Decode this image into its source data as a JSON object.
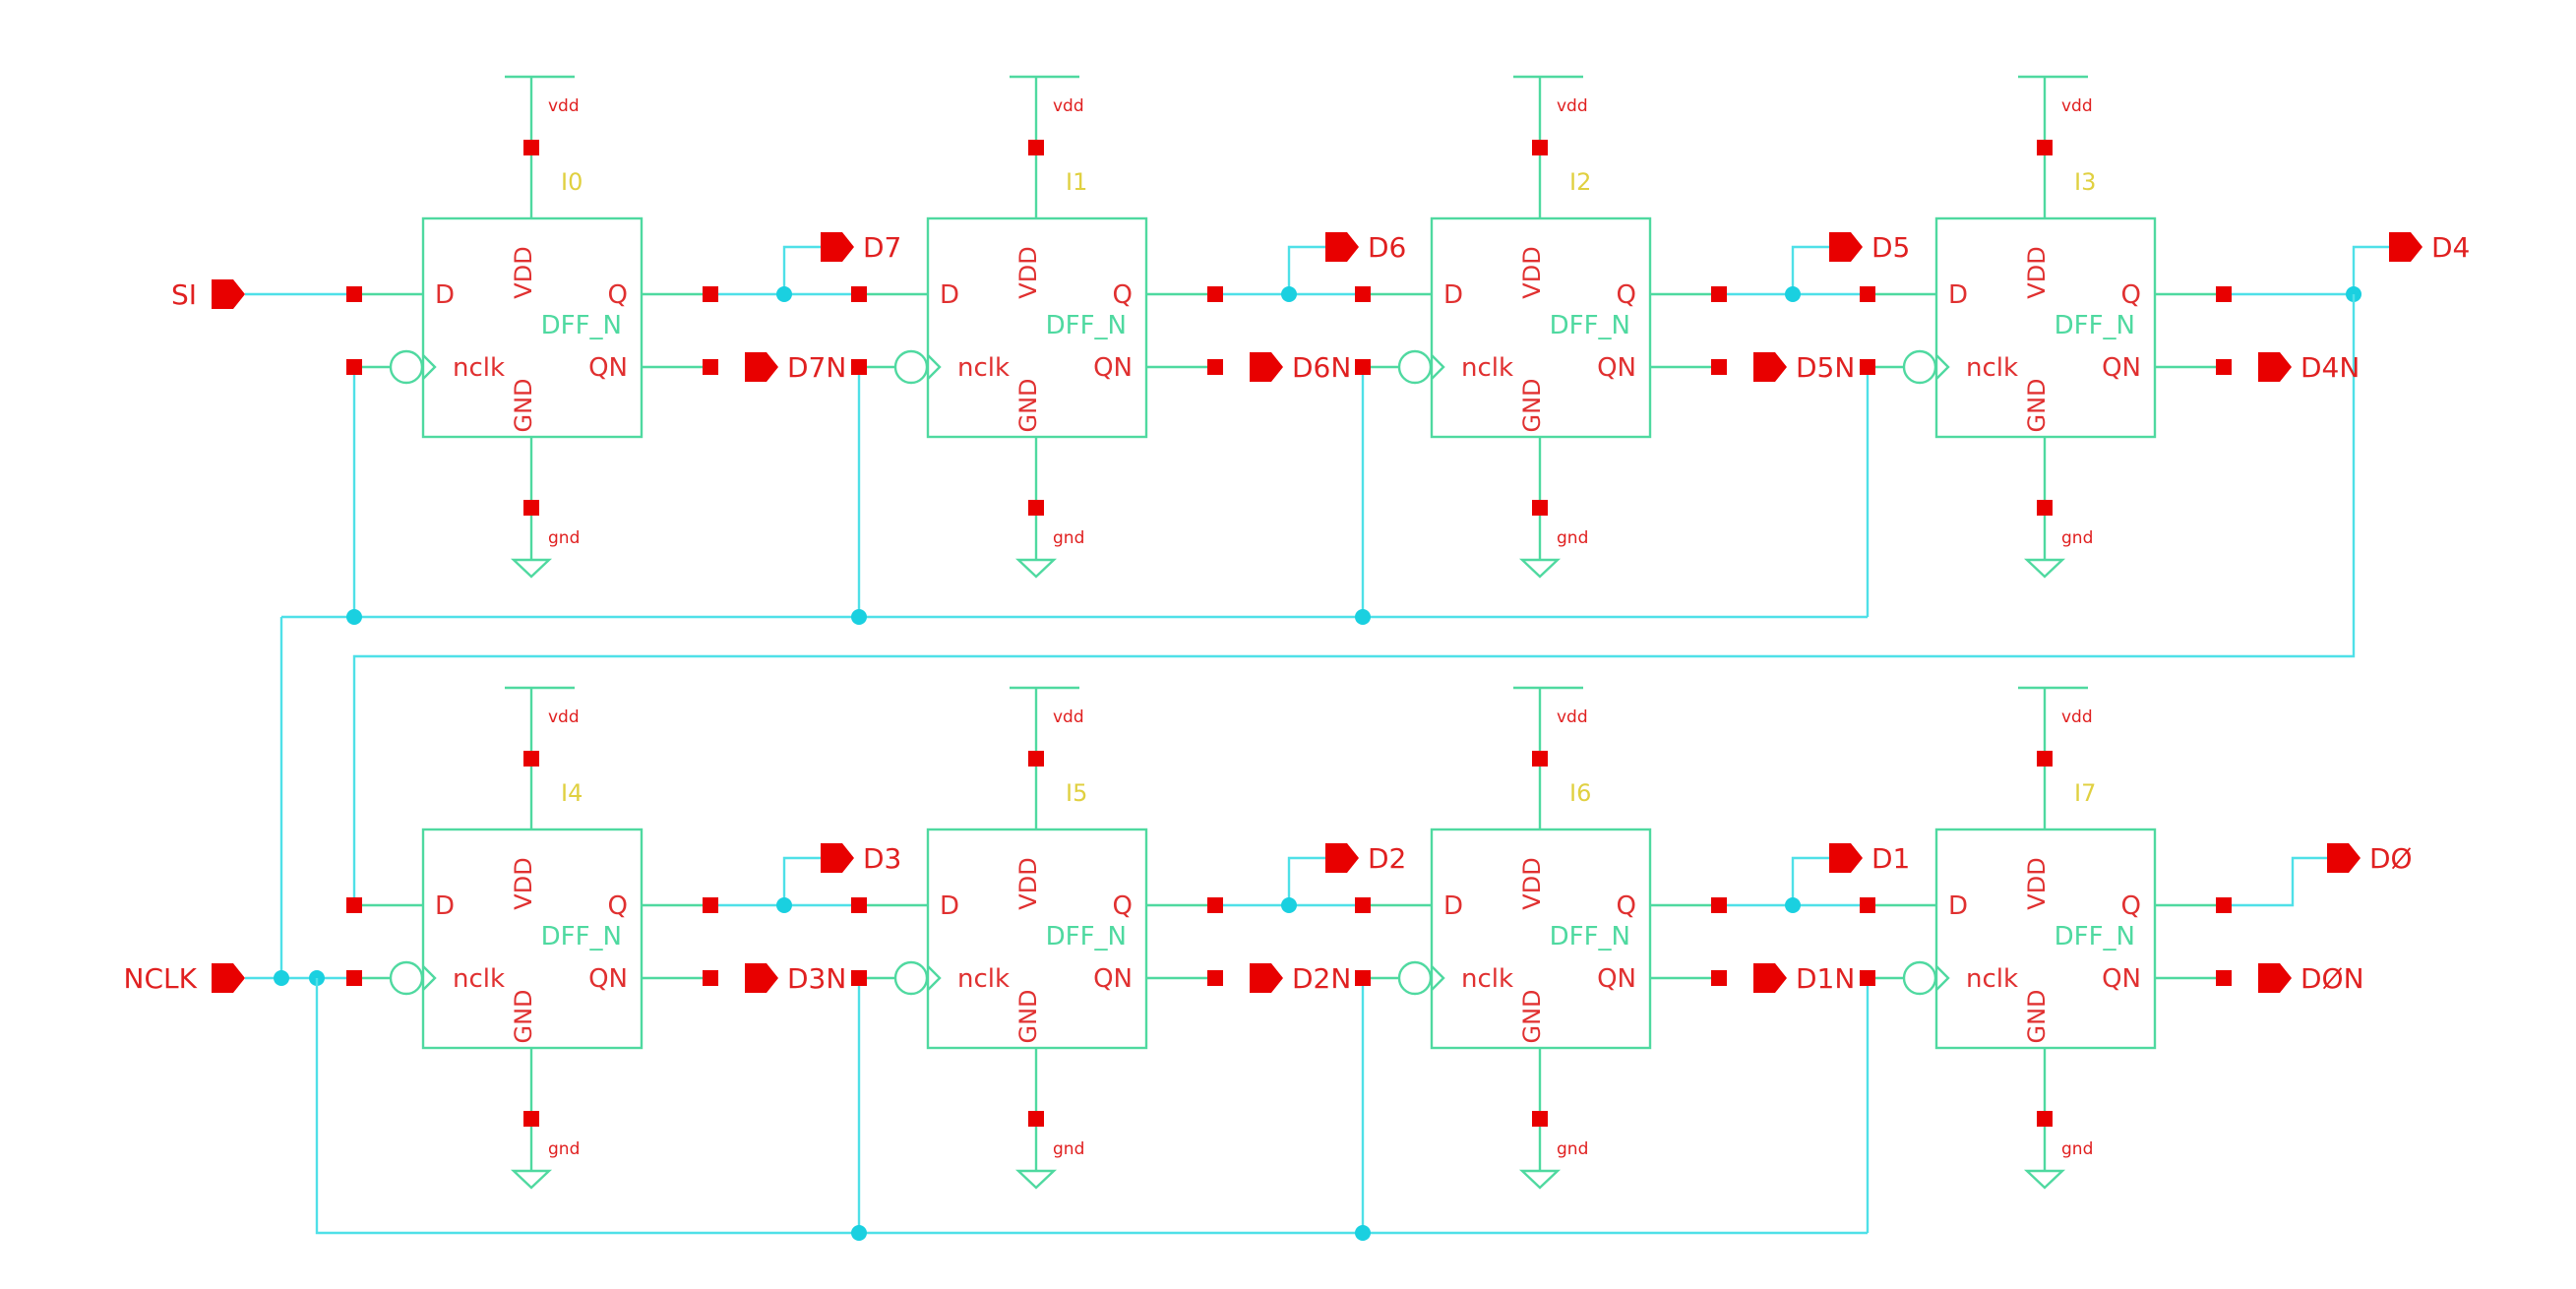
{
  "colors": {
    "wire": "#4fe0e8",
    "component": "#4fd9a0",
    "pin": "#e80000",
    "label": "#e02020",
    "instance": "#e0d040",
    "background": "#ffffff"
  },
  "cell": {
    "type": "DFF_N",
    "pins": {
      "vdd": "VDD",
      "gnd": "GND",
      "d": "D",
      "q": "Q",
      "qn": "QN",
      "clk": "nclk"
    },
    "supply_labels": {
      "vdd": "vdd",
      "gnd": "gnd"
    }
  },
  "instances": [
    {
      "name": "I0"
    },
    {
      "name": "I1"
    },
    {
      "name": "I2"
    },
    {
      "name": "I3"
    },
    {
      "name": "I4"
    },
    {
      "name": "I5"
    },
    {
      "name": "I6"
    },
    {
      "name": "I7"
    }
  ],
  "ports": {
    "input_si": "SI",
    "input_nclk": "NCLK",
    "outputs_q": [
      "D7",
      "D6",
      "D5",
      "D4",
      "D3",
      "D2",
      "D1",
      "DØ"
    ],
    "outputs_qn": [
      "D7N",
      "D6N",
      "D5N",
      "D4N",
      "D3N",
      "D2N",
      "D1N",
      "DØN"
    ]
  },
  "icons": {
    "port": "pentagon-arrow-port-icon",
    "pin": "red-square-pin-icon",
    "junction": "junction-dot-icon"
  }
}
